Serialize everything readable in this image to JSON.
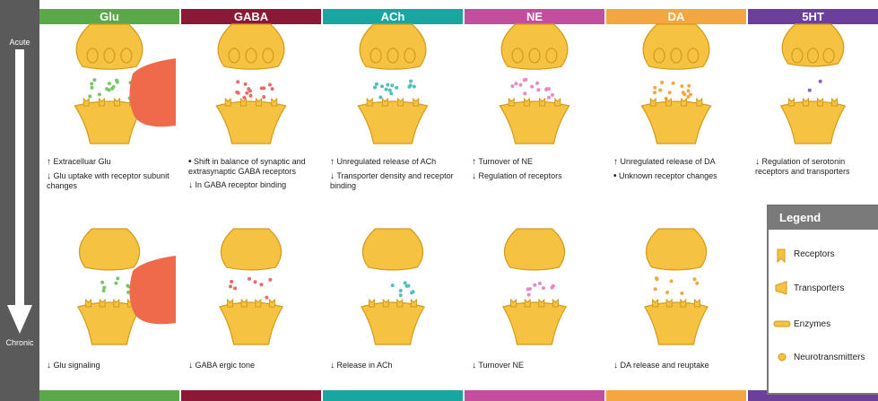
{
  "timeline": {
    "start_label": "Acute",
    "end_label": "Chronic"
  },
  "panels": [
    {
      "id": "glu",
      "title": "Glu",
      "color": "#5aa84a",
      "acute": [
        {
          "arrow": "↑",
          "text": "Extracelluar Glu"
        },
        {
          "arrow": "↓",
          "text": "Glu uptake with receptor subunit changes"
        }
      ],
      "chronic": [
        {
          "arrow": "↓",
          "text": "Glu signaling"
        }
      ]
    },
    {
      "id": "gaba",
      "title": "GABA",
      "color": "#8c1838",
      "acute": [
        {
          "arrow": "•",
          "text": "Shift in balance of synaptic and extrasynaptic GABA receptors"
        },
        {
          "arrow": "↓",
          "text": "In GABA receptor binding"
        }
      ],
      "chronic": [
        {
          "arrow": "↓",
          "text": "GABA ergic tone"
        }
      ]
    },
    {
      "id": "ach",
      "title": "ACh",
      "color": "#1aa6a0",
      "acute": [
        {
          "arrow": "↑",
          "text": "Unregulated release of ACh"
        },
        {
          "arrow": "↓",
          "text": "Transporter density and receptor binding"
        }
      ],
      "chronic": [
        {
          "arrow": "↓",
          "text": "Release in ACh"
        }
      ]
    },
    {
      "id": "ne",
      "title": "NE",
      "color": "#c44e9e",
      "acute": [
        {
          "arrow": "↑",
          "text": "Turnover of NE"
        },
        {
          "arrow": "↓",
          "text": "Regulation of receptors"
        }
      ],
      "chronic": [
        {
          "arrow": "↓",
          "text": "Turnover NE"
        }
      ]
    },
    {
      "id": "da",
      "title": "DA",
      "color": "#f4a640",
      "acute": [
        {
          "arrow": "↑",
          "text": "Unregulated release of DA"
        },
        {
          "arrow": "•",
          "text": "Unknown receptor changes"
        }
      ],
      "chronic": [
        {
          "arrow": "↓",
          "text": "DA release and reuptake"
        }
      ]
    },
    {
      "id": "5ht",
      "title": "5HT",
      "color": "#6b3f9a",
      "acute": [
        {
          "arrow": "↓",
          "text": "Regulation of serotonin receptors and transporters"
        }
      ],
      "chronic": []
    }
  ],
  "legend": {
    "title": "Legend",
    "items": [
      {
        "label": "Receptors",
        "icon": "receptor-icon"
      },
      {
        "label": "Transporters",
        "icon": "transporter-icon"
      },
      {
        "label": "Enzymes",
        "icon": "enzyme-icon"
      },
      {
        "label": "Neurotransmitters",
        "icon": "neurotransmitter-icon"
      }
    ]
  },
  "colors": {
    "neuron": "#f5c341",
    "neuron_stroke": "#d49a1a",
    "glia": "#ef6a4a",
    "sidebar": "#5a5a5a"
  }
}
